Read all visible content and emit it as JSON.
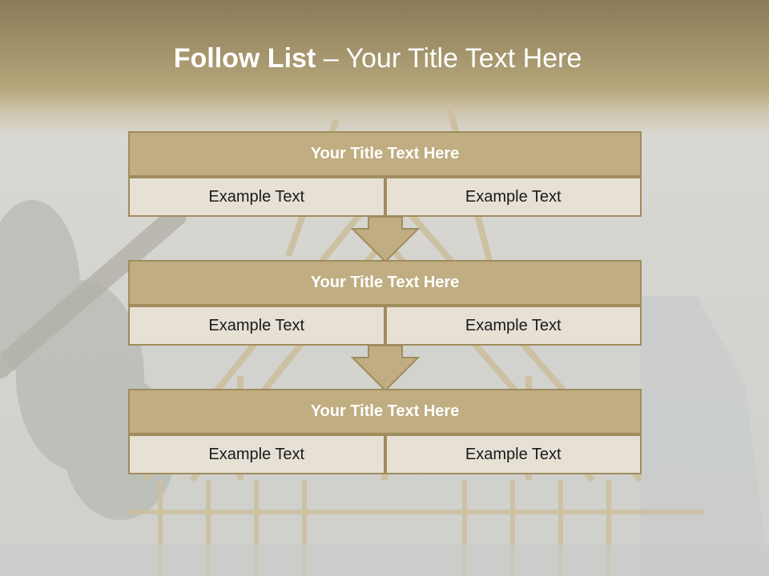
{
  "slide": {
    "title_strong": "Follow List",
    "title_rest": " – Your Title Text Here"
  },
  "blocks": [
    {
      "header": "Your Title Text Here",
      "cells": [
        "Example Text",
        "Example Text"
      ]
    },
    {
      "header": "Your Title Text Here",
      "cells": [
        "Example Text",
        "Example Text"
      ]
    },
    {
      "header": "Your Title Text Here",
      "cells": [
        "Example Text",
        "Example Text"
      ]
    }
  ],
  "colors": {
    "header_fill": "#c0ad81",
    "border": "#a08c5d",
    "cell_fill": "#e6e0d5",
    "arrow_fill": "#c0ad81"
  }
}
